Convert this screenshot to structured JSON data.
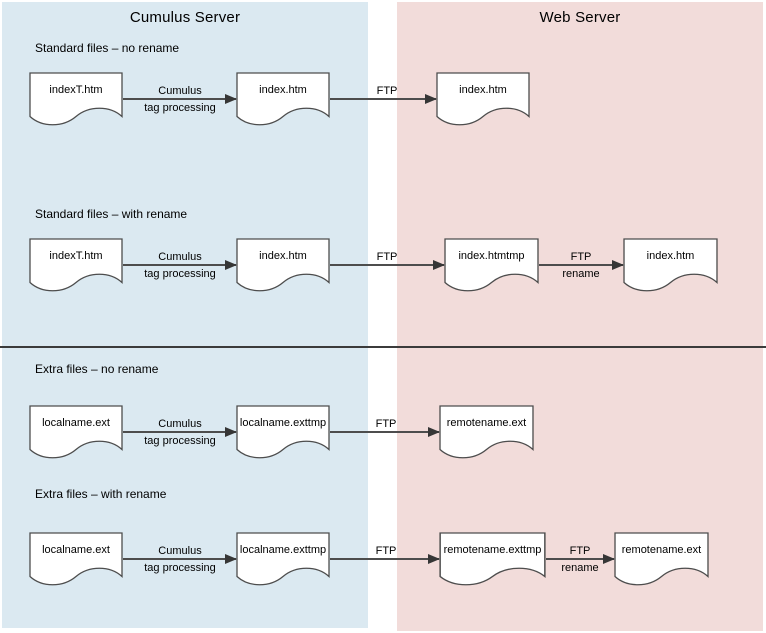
{
  "diagram": {
    "panels": {
      "cumulus": {
        "title": "Cumulus Server",
        "bg_color": "#dbe9f1"
      },
      "web": {
        "title": "Web Server",
        "bg_color": "#f2dcda"
      }
    },
    "line_color": "#4d4d4d",
    "rows": [
      {
        "section_label": "Standard files – no rename",
        "docs": [
          {
            "label": "indexT.htm"
          },
          {
            "label": "index.htm"
          },
          {
            "label": "index.htm"
          }
        ],
        "arrows": [
          {
            "label_line1": "Cumulus",
            "label_line2": "tag processing"
          },
          {
            "label_line1": "FTP"
          }
        ]
      },
      {
        "section_label": "Standard files – with rename",
        "docs": [
          {
            "label": "indexT.htm"
          },
          {
            "label": "index.htm"
          },
          {
            "label": "index.htmtmp"
          },
          {
            "label": "index.htm"
          }
        ],
        "arrows": [
          {
            "label_line1": "Cumulus",
            "label_line2": "tag processing"
          },
          {
            "label_line1": "FTP"
          },
          {
            "label_line1": "FTP",
            "label_line2": "rename"
          }
        ]
      },
      {
        "section_label": "Extra files – no rename",
        "docs": [
          {
            "label": "localname.ext"
          },
          {
            "label": "localname.exttmp"
          },
          {
            "label": "remotename.ext"
          }
        ],
        "arrows": [
          {
            "label_line1": "Cumulus",
            "label_line2": "tag processing"
          },
          {
            "label_line1": "FTP"
          }
        ]
      },
      {
        "section_label": "Extra files – with rename",
        "docs": [
          {
            "label": "localname.ext"
          },
          {
            "label": "localname.exttmp"
          },
          {
            "label": "remotename.exttmp"
          },
          {
            "label": "remotename.ext"
          }
        ],
        "arrows": [
          {
            "label_line1": "Cumulus",
            "label_line2": "tag processing"
          },
          {
            "label_line1": "FTP"
          },
          {
            "label_line1": "FTP",
            "label_line2": "rename"
          }
        ]
      }
    ]
  }
}
